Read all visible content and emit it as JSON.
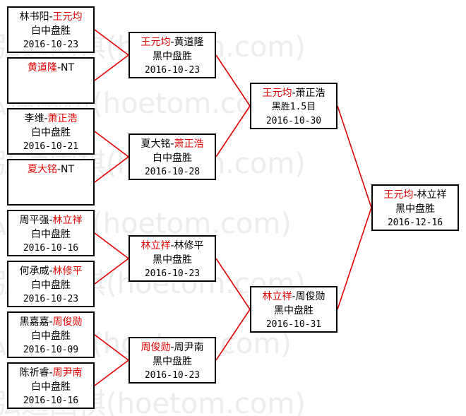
{
  "watermark": "弘通围棋(hoetom.com)",
  "colors": {
    "winner": "#e00000",
    "lines": "#e00000",
    "box_border": "#000000"
  },
  "round1": [
    {
      "p1": "林书阳",
      "p2": "王元均",
      "winner": "p2",
      "result": "白中盘胜",
      "date": "2016-10-23"
    },
    {
      "p1": "黄道隆",
      "p2": "NT",
      "winner": "p1",
      "result": "",
      "date": ""
    },
    {
      "p1": "李维",
      "p2": "萧正浩",
      "winner": "p2",
      "result": "白中盘胜",
      "date": "2016-10-21"
    },
    {
      "p1": "夏大铭",
      "p2": "NT",
      "winner": "p1",
      "result": "",
      "date": ""
    },
    {
      "p1": "周平强",
      "p2": "林立祥",
      "winner": "p2",
      "result": "白中盘胜",
      "date": "2016-10-16"
    },
    {
      "p1": "何承威",
      "p2": "林修平",
      "winner": "p2",
      "result": "白中盘胜",
      "date": "2016-10-23"
    },
    {
      "p1": "黑嘉嘉",
      "p2": "周俊勋",
      "winner": "p2",
      "result": "白中盘胜",
      "date": "2016-10-09"
    },
    {
      "p1": "陈祈睿",
      "p2": "周尹南",
      "winner": "p2",
      "result": "白中盘胜",
      "date": "2016-10-16"
    }
  ],
  "round2": [
    {
      "p1": "王元均",
      "p2": "黄道隆",
      "winner": "p1",
      "result": "黑中盘胜",
      "date": "2016-10-23"
    },
    {
      "p1": "夏大铭",
      "p2": "萧正浩",
      "winner": "p2",
      "result": "白中盘胜",
      "date": "2016-10-28"
    },
    {
      "p1": "林立祥",
      "p2": "林修平",
      "winner": "p1",
      "result": "黑中盘胜",
      "date": "2016-10-23"
    },
    {
      "p1": "周俊勋",
      "p2": "周尹南",
      "winner": "p1",
      "result": "黑中盘胜",
      "date": "2016-10-23"
    }
  ],
  "round3": [
    {
      "p1": "王元均",
      "p2": "萧正浩",
      "winner": "p1",
      "result": "黑胜1.5目",
      "date": "2016-10-30"
    },
    {
      "p1": "林立祥",
      "p2": "周俊勋",
      "winner": "p1",
      "result": "黑中盘胜",
      "date": "2016-10-31"
    }
  ],
  "final": [
    {
      "p1": "王元均",
      "p2": "林立祥",
      "winner": "p1",
      "result": "黑中盘胜",
      "date": "2016-12-16"
    }
  ]
}
